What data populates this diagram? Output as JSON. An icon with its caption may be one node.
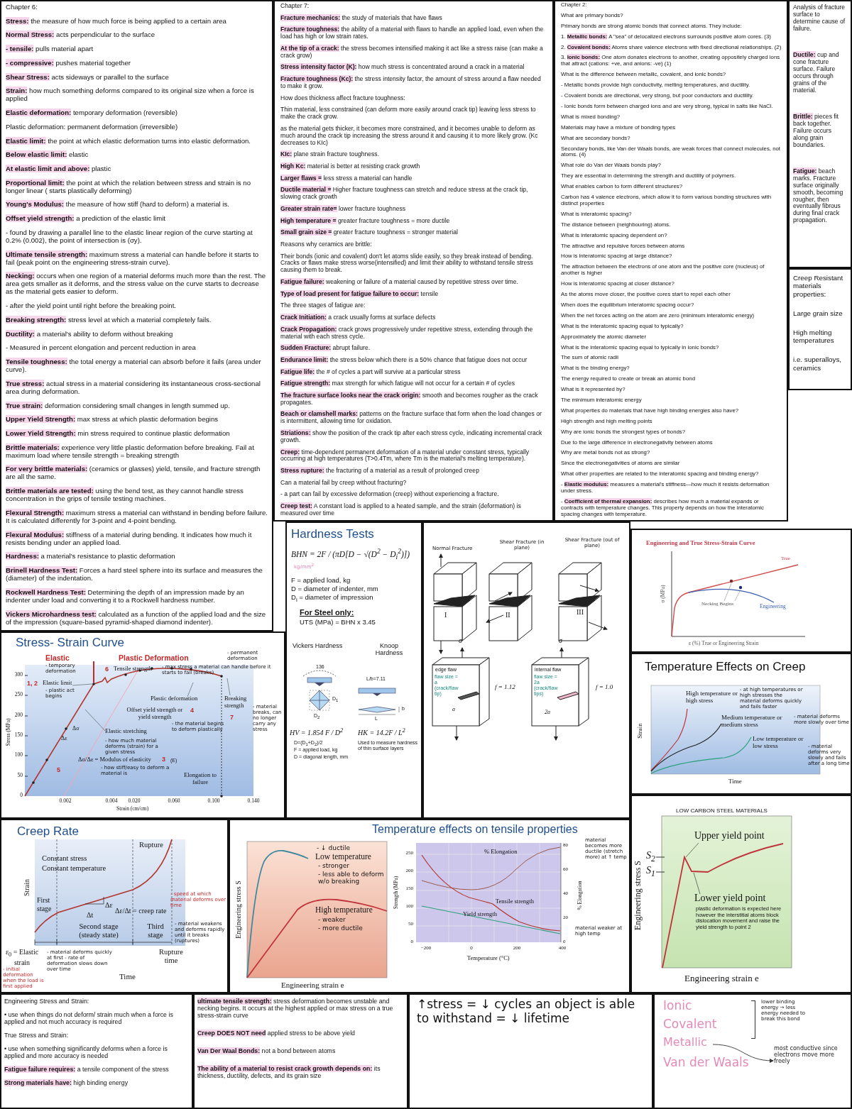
{
  "diagram": {
    "nodes": [
      {
        "text": [
          "Chapter 6:",
          "**Stress:** the measure of how much force is being applied to a certain area",
          "**Normal Stress:** acts perpendicular to the surface",
          "**- tensile:** pulls material apart",
          "**- compressive:** pushes material together",
          "**Shear Stress:** acts sideways or parallel to the surface",
          "**Strain:** how much something deforms compared to its original size when a force is applied",
          "**Elastic deformation:** temporary deformation (reversible)",
          "Plastic deformation: permanent deformation (irreversible)",
          "**Elastic limit:** the point at which elastic deformation turns into elastic deformation.",
          "**Below elastic limit:** elastic",
          "**At elastic limit and above:** plastic",
          "**Proportional limit:** the point at which the relation between stress and strain is no longer linear ( starts plastically deforming)",
          "**Young's Modulus:** the measure of how stiff (hard to deform) a material is.",
          "**Offset yield strength:** a prediction of the elastic limit",
          "- found by drawing a parallel line to the elastic linear region of the curve starting at 0.2% (0.002), the point of intersection is (σy).",
          "**Ultimate tensile strength:** maximum stress a material can handle before it starts to fail (peak point on the engineering stress-strain curve).",
          "**Necking:** occurs when one region of a material deforms much more than the rest. The area gets smaller as it deforms, and the stress value on the curve starts to decrease as the material gets easier to deform.",
          "- after the yield point until right before the breaking point.",
          "**Breaking strength:** stress level at which a material completely fails.",
          "**Ductility:** a material's ability to deform without breaking",
          "- Measured in percent elongation and percent reduction in area",
          "**Tensile toughness:** the total energy a material can absorb before it fails (area under curve).",
          "**True stress:** actual stress in a material considering its instantaneous cross-sectional area during deformation.",
          "**True strain:** deformation considering small changes in length summed up.",
          "**Upper Yield Strength:** max stress at which plastic deformation begins",
          "**Lower Yield Strength:** min stress required to continue plastic deformation",
          "**Brittle materials:** experience very little plastic deformation before breaking. Fail at maximum load where tensile strength = breaking strength",
          "**For very brittle materials:** (ceramics or glasses) yield, tensile, and fracture strength are all the same.",
          "**Brittle materials are tested:** using the bend test, as they cannot handle stress concentration in the grips of tensile testing machines.",
          "**Flexural Strength:** maximum stress a material can withstand in bending before failure. It is calculated differently for 3-point and 4-point bending.",
          "**Flexural Modulus:** stiffness of a material during bending. It indicates how much it resists bending under an applied load.",
          "**Hardness:** a material's resistance to plastic deformation",
          "**Brinell Hardness Test:** Forces a hard steel sphere into its surface and measures the (diameter) of the indentation.",
          "**Rockwell Hardness Test:** Determining the depth of an impression made by an indenter under load and converting it to a Rockwell hardness number.",
          "**Vickers Microhardness test:** calculated as a function of the applied load and the size of the impression (square-based pyramid-shaped diamond indenter)."
        ]
      },
      {
        "text": [
          "Chapter 7:",
          "**Fracture mechanics:** the study of materials that have flaws",
          "**Fracture toughness:** the ability of a material with flaws to handle an applied load, even when the load has high or low strain rates.",
          "**At the tip of a crack:** the stress becomes intensified making it act like a stress raise (can make a crack grow)",
          "**Stress intensity factor (K):** how much stress is concentrated around a crack in a material",
          "**Fracture toughness (Kc):** the stress intensity factor, the amount of stress around a flaw needed to make it grow.",
          "How does thickness affect fracture toughness:",
          "Thin material, less constrained (can deform more easily around crack tip) leaving less stress to make the crack grow.",
          "as the material gets thicker, it becomes more constrained, and it becomes unable to deform as much around the crack tip increasing the stress around it and causing it to more likely grow. (Kc decreases to KIc)",
          "**KIc:** plane strain fracture toughness.",
          "**High Kc:** material is better at resisting crack growth",
          "**Larger flaws =** less stress a material can handle",
          "**Ductile material =** Higher fracture toughness can stretch and reduce stress at the crack tip, slowing crack growth",
          "**Greater strain rate=** lower fracture toughness",
          "**High temperature =** greater fracture toughness = more ductile",
          "**Small grain size =** greater fracture toughness = stronger material",
          "Reasons why ceramics are brittle:",
          "Their bonds (ionic and covalent) don't let atoms slide easily, so they break instead of bending. Cracks or flaws make stress worse(intensified) and limit their ability to withstand tensile stress causing them to break.",
          "**Fatigue failure:** weakening or failure of a material caused by repetitive stress over time.",
          "**Type of load present for fatigue failure to occur:** tensile",
          "The three stages of fatigue are:",
          "**Crack Initiation:** a crack usually forms at surface defects",
          "**Crack Propagation:** crack grows progressively under repetitive stress, extending through the material with each stress cycle.",
          "**Sudden Fracture:** abrupt failure.",
          "**Endurance limit:** the stress below which there is a 50% chance that fatigue does not occur",
          "**Fatigue life:** the # of cycles a part will survive at a particular stress",
          "**Fatigue strength:** max strength for which fatigue will not occur for a certain # of cycles",
          "**The fracture surface looks near the crack origin:** smooth and becomes rougher as the crack propagates.",
          "**Beach or clamshell marks:** patterns on the fracture surface that form when the load changes or is intermittent, allowing time for oxidation.",
          "**Striations:** show the position of the crack tip after each stress cycle, indicating incremental crack growth.",
          "**Creep:** time-dependent permanent deformation of a material under constant stress, typically occurring at high temperatures (T>0.4Tm, where Tm is the material's melting temperature).",
          "**Stress rupture:** the fracturing of a material as a result of prolonged creep",
          "Can a material fail by creep without fracturing?",
          "- a part can fail by excessive deformation (creep) without experiencing a fracture.",
          "**Creep test:** A constant load is applied to a heated sample, and the strain (deformation) is measured over time"
        ]
      },
      {
        "text": [
          "Chapter 2:",
          "What are primary bonds?",
          "Primary bonds are strong atomic bonds that connect atoms. They include:",
          "1. **Metallic bonds:** A \"sea\" of delocalized electrons surrounds positive atom cores. (3)",
          "2. **Covalent bonds:** Atoms share valence electrons with fixed directional relationships. (2)",
          "3. **Ionic bonds:** One atom donates electrons to another, creating oppositely charged ions that attract (cations: +ve, and anions: -ve) (1)",
          "What is the difference between metallic, covalent, and ionic bonds?",
          "- Metallic bonds provide high conductivity, melting temperatures, and ductility.",
          "- Covalent bonds are directional, very strong, but poor conductors and ductility.",
          "- Ionic bonds form between charged ions and are very strong, typical in salts like NaCl.",
          "What is mixed bonding?",
          "Materials may have a mixture of bonding types",
          "What are secondary bonds?",
          "Secondary bonds, like Van der Waals bonds, are weak forces that connect molecules, not atoms. (4)",
          "What role do Van der Waals bonds play?",
          "They are essential in determining the strength and ductility of polymers.",
          "What enables carbon to form different structures?",
          "Carbon has 4 valence electrons, which allow it to form various bonding structures with distinct properties",
          "What is interatomic spacing?",
          "The distance between (neighbouring) atoms.",
          "What is interatomic spacing dependent on?",
          "The attractive and repulsive forces between atoms",
          "How is interatomic spacing at large distance?",
          "The attraction between the electrons of one atom and the positive core (nucleus) of another is higher",
          "How is interatomic spacing at closer distance?",
          "As the atoms move closer, the positive cores start to repel each other",
          "When does the equilibrium interatomic spacing occur?",
          "When the net forces acting on the atom are zero (minimum interatomic energy)",
          "What is the interatomic spacing equal to typically?",
          "Approximately the atomic diameter",
          "What is the interatomic spacing equal to typically in ionic bonds?",
          "The sum of atomic radii",
          "What is the binding energy?",
          "The energy required to create or break an atomic bond",
          "What is it represented by?",
          "The minimum interatomic energy",
          "What properties do materials that have high binding energies also have?",
          "High strength and high melting points",
          "Why are ionic bonds the strongest types of bonds?",
          "Due to the large difference in electronegativity between atoms",
          "Why are metal bonds not as strong?",
          "Since the electronegativities of atoms are similar",
          "What other properties are related to the interatomic spacing and binding energy?",
          "- **Elastic modulus:** measures a material's stiffness—how much it resists deformation under stress.",
          "- **Coefficient of thermal expansion:** describes how much a material expands or contracts with temperature changes. This property depends on how the interatomic spacing changes with temperature."
        ]
      },
      {
        "text": [
          "Analysis of fracture surface to determine cause of failure.",
          "**Ductile:** cup and cone fracture surface. Failure occurs through grains of the material.",
          "**Brittle:** pieces fit back together. Failure occurs along grain boundaries.",
          "**Fatigue:** beach marks. Fracture surface originally smooth, becoming rougher, then eventually fibrous during final crack propagation."
        ]
      },
      {
        "text": [
          "Creep Resistant materials properties:",
          "Large grain size",
          "High melting temperatures",
          "i.e. superalloys, ceramics"
        ]
      },
      {
        "text": [
          "Hardness Tests",
          "BHN = 2F / (πD[D − √(D$^{2}$ − D$_{i}$$^{2}$)])",
          "kg/mm$^{2}$",
          "F = applied load, kg",
          "D = diameter of indenter, mm",
          "D$_{i}$ = diameter of impression",
          "For Steel only:",
          "UTS (MPa) = BHN x 3.45",
          "Vickers Hardness",
          "Knoop Hardness",
          "136",
          "L/b=7.11",
          "D$_{1}$",
          "D$_{2}$",
          "b",
          "L",
          "HV = 1.854 F / D$^{2}$",
          "HK = 14.2F / L$^{2}$",
          "D=(D$_{1}$+D$_{2}$)/2",
          "F = applied load, kg",
          "D = diagonal length, mm",
          "Used to measure hardness of thin surface layers"
        ]
      },
      {
        "text": [
          "Normal Fracture",
          "Shear Fracture (in plane)",
          "Shear Fracture (out of plane)",
          "I",
          "II",
          "III",
          "σ",
          "σ",
          "edge flaw",
          "internal flaw",
          "flaw size = a (crack/flaw tip)",
          "flaw size = 2a (crack/flaw tips)",
          "a",
          "2a",
          "f = 1.12",
          "f = 1.0"
        ]
      },
      {
        "text": [
          "Engineering and True Stress-Strain Curve",
          "True",
          "Necking Begins",
          "Engineering",
          "σ (MPa)",
          "ε (%) True or Engineering Strain"
        ]
      },
      {
        "text": [
          "Stress- Strain Curve",
          "Elastic",
          "- temporary deformation",
          "Plastic Deformation",
          "- permanent deformation",
          "6",
          "Tensile strength",
          "- max stress a material can handle before it starts to fail (breaks)",
          "1, 2",
          "Elastic limit",
          "- plastic act begins",
          "Plastic deformation",
          "Breaking strength",
          "- material breaks, can no longer carry any stress",
          "Offset yield strength or yield strength",
          "4",
          "- the material begins to deform plastically",
          "7",
          "Δσ",
          "Δε",
          "Elastic stretching",
          "- how much material deforms (strain) for a given stress",
          "Δσ/Δε = Modulus of elasticity",
          "3",
          "(E)",
          "5",
          "- how stiff/easy to deform a material is",
          "Elongation to failure",
          "Stress (MPa)",
          "Strain (cm/cm)",
          "300",
          "250",
          "200",
          "150",
          "100",
          "50",
          "0",
          "0.002",
          "0.004",
          "0.020",
          "0.060",
          "0.100",
          "0.140"
        ]
      },
      {
        "text": [
          "Temperature Effects on Creep",
          "High temperature or high stress",
          "- at high temperatures or high stresses the material deforms quickly and fails faster",
          "Medium temperature or medium stress",
          "- material deforms more slowly over time",
          "Low temperature or low stress",
          "- material deforms very slowly and fails after a long time",
          "Strain",
          "Time"
        ]
      },
      {
        "text": [
          "Temperature effects on tensile properties",
          "- ↓ ductile",
          "Low temperature",
          "- stronger",
          "- less able to deform w/o breaking",
          "High temperature",
          "- weaker",
          "- more ductile",
          "Engineering stress S",
          "Engineering strain e",
          "% Elongation",
          "Tensile strength",
          "Yield strength",
          "Strength (MPa)",
          "% Elongation",
          "250",
          "200",
          "150",
          "100",
          "50",
          "0",
          "80",
          "60",
          "40",
          "20",
          "0",
          "−200",
          "0",
          "200",
          "400",
          "Temperature (°C)",
          "material becomes more ductile (stretch more) at ↑ temp",
          "material weaker at high temp"
        ]
      },
      {
        "text": [
          "LOW CARBON STEEL MATERIALS",
          "Upper yield point",
          "S$_{2}$",
          "S$_{1}$",
          "Lower yield point",
          "plastic deformation is expected here however the interstitial atoms block dislocation movement and raise the yield strength to point 2",
          "Engineering stress S",
          "Engineering strain e"
        ]
      },
      {
        "text": [
          "Creep Rate",
          "Rupture",
          "Constant stress",
          "Constant temperature",
          "Strain",
          "First stage",
          "Δε",
          "Δt",
          "Δε/Δt = creep rate",
          "- speed at which material deforms over time",
          "Second stage (steady state)",
          "Third stage",
          "- material weakens and deforms rapidly until it breaks (ruptures)",
          "ε$_{0}$ = Elastic strain",
          "- initial deformation when the load is first applied",
          "- material deforms quickly at first - rate of deformation slows down over time",
          "Time",
          "Rupture time"
        ]
      },
      {
        "text": [
          "Engineering Stress and Strain:",
          "• use when things do not deform/ strain much when a force is applied and not much accuracy is required",
          "True Stress and Strain:",
          "• use when something significantly deforms when a force is applied and more accuracy is needed",
          "**Fatigue failure requires:** a tensile component of the stress",
          "**Strong materials have:** high binding energy"
        ]
      },
      {
        "text": [
          "**ultimate tensile strength:** stress deformation becomes unstable and necking begins. It occurs at the highest applied or max stress on a true stress-strain curve",
          "**Creep DOES NOT need** applied stress to be above yield",
          "**Van Der Waal Bonds:** not a bond between atoms",
          "**The ability of a material to resist crack growth depends on:** its thickness, ductility, defects, and its grain size"
        ]
      },
      {
        "text": [
          "↑stress = ↓ cycles an object is able to withstand = ↓ lifetime"
        ]
      },
      {
        "text": [
          "Ionic",
          "Covalent",
          "Van der Waals",
          "lower binding energy → less energy needed to break this bond"
        ]
      },
      {
        "text": [
          "Metallic"
        ],
        "in": 16
      },
      {
        "text": [
          "most conductive since electrons move more freely"
        ],
        "in": 16
      }
    ],
    "edges": [
      {
        "from": 17,
        "to": 18,
        "arrow": "to"
      }
    ]
  }
}
